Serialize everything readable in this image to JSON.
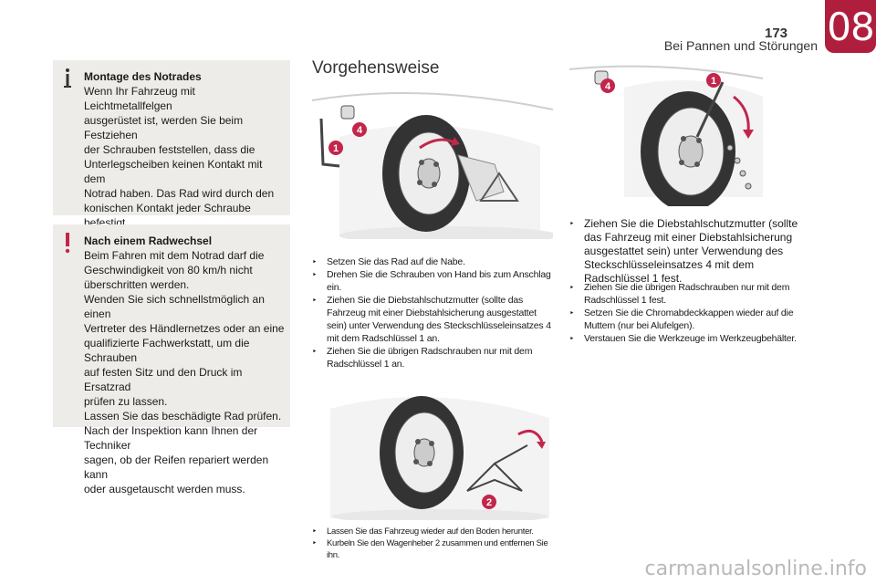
{
  "header": {
    "page_number": "173",
    "chapter_title": "Bei Pannen und Störungen",
    "chapter_number": "08"
  },
  "notes": {
    "info": {
      "icon": "info-icon",
      "heading": "Montage des Notrades",
      "body": "Wenn Ihr Fahrzeug mit Leichtmetallfelgen\nausgerüstet ist, werden Sie beim Festziehen\nder Schrauben feststellen, dass die\nUnterlegscheiben keinen Kontakt mit dem\nNotrad haben. Das Rad wird durch den\nkonischen Kontakt jeder Schraube befestigt."
    },
    "warning": {
      "icon": "warning-icon",
      "heading": "Nach einem Radwechsel",
      "body": "Beim Fahren mit dem Notrad darf die\nGeschwindigkeit von 80 km/h nicht\nüberschritten werden.\nWenden Sie sich schnellstmöglich an einen\nVertreter des Händlernetzes oder an eine\nqualifizierte Fachwerkstatt, um die Schrauben\nauf festen Sitz und den Druck im Ersatzrad\nprüfen zu lassen.\nLassen Sie das beschädigte Rad prüfen.\nNach der Inspektion kann Ihnen der Techniker\nsagen, ob der Reifen repariert werden kann\noder ausgetauscht werden muss."
    }
  },
  "procedure": {
    "title": "Vorgehensweise",
    "figure_labels": {
      "fig1": [
        "1",
        "4"
      ],
      "fig2": [
        "2"
      ],
      "fig3": [
        "1",
        "4"
      ]
    },
    "bullet": "‣",
    "steps_col1": [
      "Setzen Sie das Rad auf die Nabe.",
      "Drehen Sie die Schrauben von Hand bis zum Anschlag ein.",
      "Ziehen Sie die Diebstahlschutzmutter (sollte das Fahrzeug mit einer Diebstahlsicherung ausgestattet sein) unter Verwendung des Steckschlüsseleinsatzes 4 mit dem Radschlüssel 1 an.",
      "Ziehen Sie die übrigen Radschrauben nur mit dem Radschlüssel 1 an."
    ],
    "steps_col1_bottom": [
      "Lassen Sie das Fahrzeug wieder auf den Boden herunter.",
      "Kurbeln Sie den Wagenheber 2 zusammen und entfernen Sie ihn."
    ],
    "steps_col2": [
      "Ziehen Sie die Diebstahlschutzmutter (sollte das Fahrzeug mit einer Diebstahlsicherung ausgestattet sein) unter Verwendung des Steckschlüsseleinsatzes 4 mit dem Radschlüssel 1 fest."
    ],
    "steps_col2_small": [
      "Ziehen Sie die übrigen Radschrauben nur mit dem Radschlüssel 1 fest.",
      "Setzen Sie die Chromabdeckkappen wieder auf die Muttern (nur bei Alufelgen).",
      "Verstauen Sie die Werkzeuge im Werkzeugbehälter."
    ]
  },
  "watermark": "carmanualsonline.info",
  "colors": {
    "accent": "#b01e3e",
    "badge": "#c2264a",
    "note_bg": "#eeece9"
  }
}
